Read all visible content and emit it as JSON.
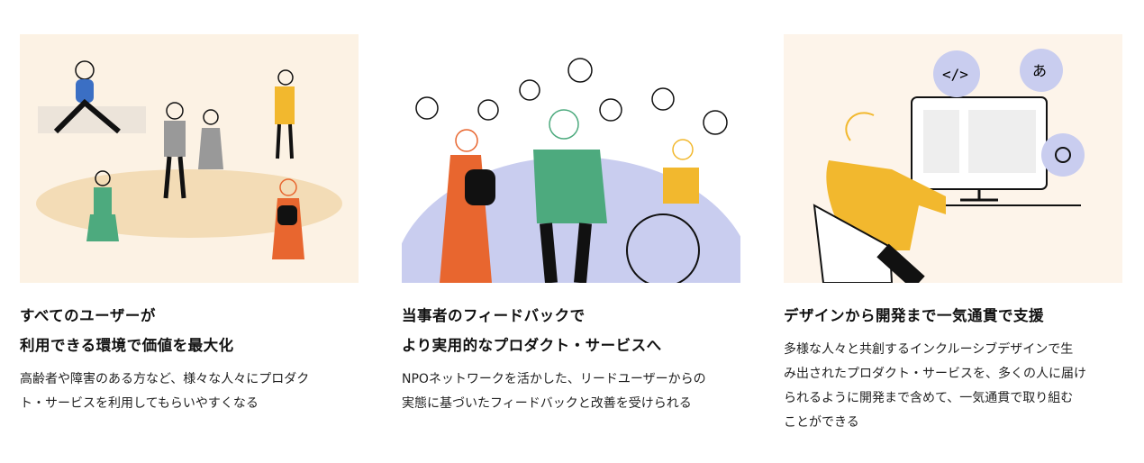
{
  "cards": [
    {
      "title_lines": [
        "すべてのユーザーが",
        "利用できる環境で価値を最大化"
      ],
      "body_lines": [
        "高齢者や障害のある方など、様々な人々にプロダク",
        "ト・サービスを利用してもらいやすくなる"
      ],
      "bg": "#fcf2e4"
    },
    {
      "title_lines": [
        "当事者のフィードバックで",
        "より実用的なプロダクト・サービスへ"
      ],
      "body_lines": [
        "NPOネットワークを活かした、リードユーザーからの",
        "実態に基づいたフィードバックと改善を受けられる"
      ],
      "bg": "#ffffff"
    },
    {
      "title_lines": [
        "デザインから開発まで一気通貫で支援"
      ],
      "body_lines": [
        "多様な人々と共創するインクルーシブデザインで生",
        "み出されたプロダクト・サービスを、多くの人に届け",
        "られるように開発まで含めて、一気通貫で取り組む",
        "ことができる"
      ],
      "bg": "#fdf4ea"
    }
  ],
  "colors": {
    "yellow": "#f2b82e",
    "green": "#4daa7e",
    "orange": "#e8662f",
    "blue": "#3b6fc4",
    "lavender": "#c9cdef"
  }
}
